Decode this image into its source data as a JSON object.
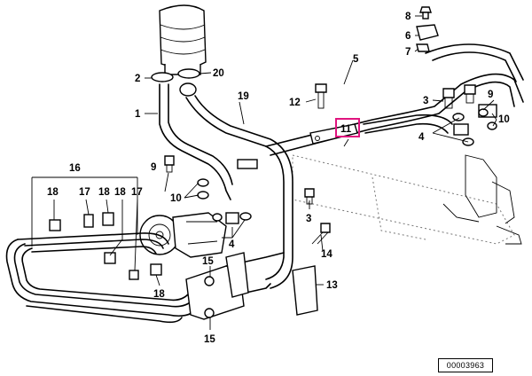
{
  "diagram": {
    "reference_code": "00003963",
    "highlighted_callout": "11",
    "highlight_color": "#e0147e",
    "callouts": [
      "1",
      "2",
      "3",
      "3",
      "3",
      "4",
      "4",
      "5",
      "6",
      "7",
      "8",
      "9",
      "9",
      "10",
      "10",
      "11",
      "12",
      "13",
      "14",
      "15",
      "15",
      "16",
      "17",
      "17",
      "18",
      "18",
      "18",
      "18",
      "19",
      "20"
    ],
    "parts_depicted": [
      "reservoir-icon",
      "pump-icon",
      "cooler-icon",
      "steering-rack-icon",
      "bracket-icon",
      "bolt-icon",
      "hose-clamp-icon",
      "banjo-bolt-icon",
      "sealing-ring-icon"
    ]
  }
}
